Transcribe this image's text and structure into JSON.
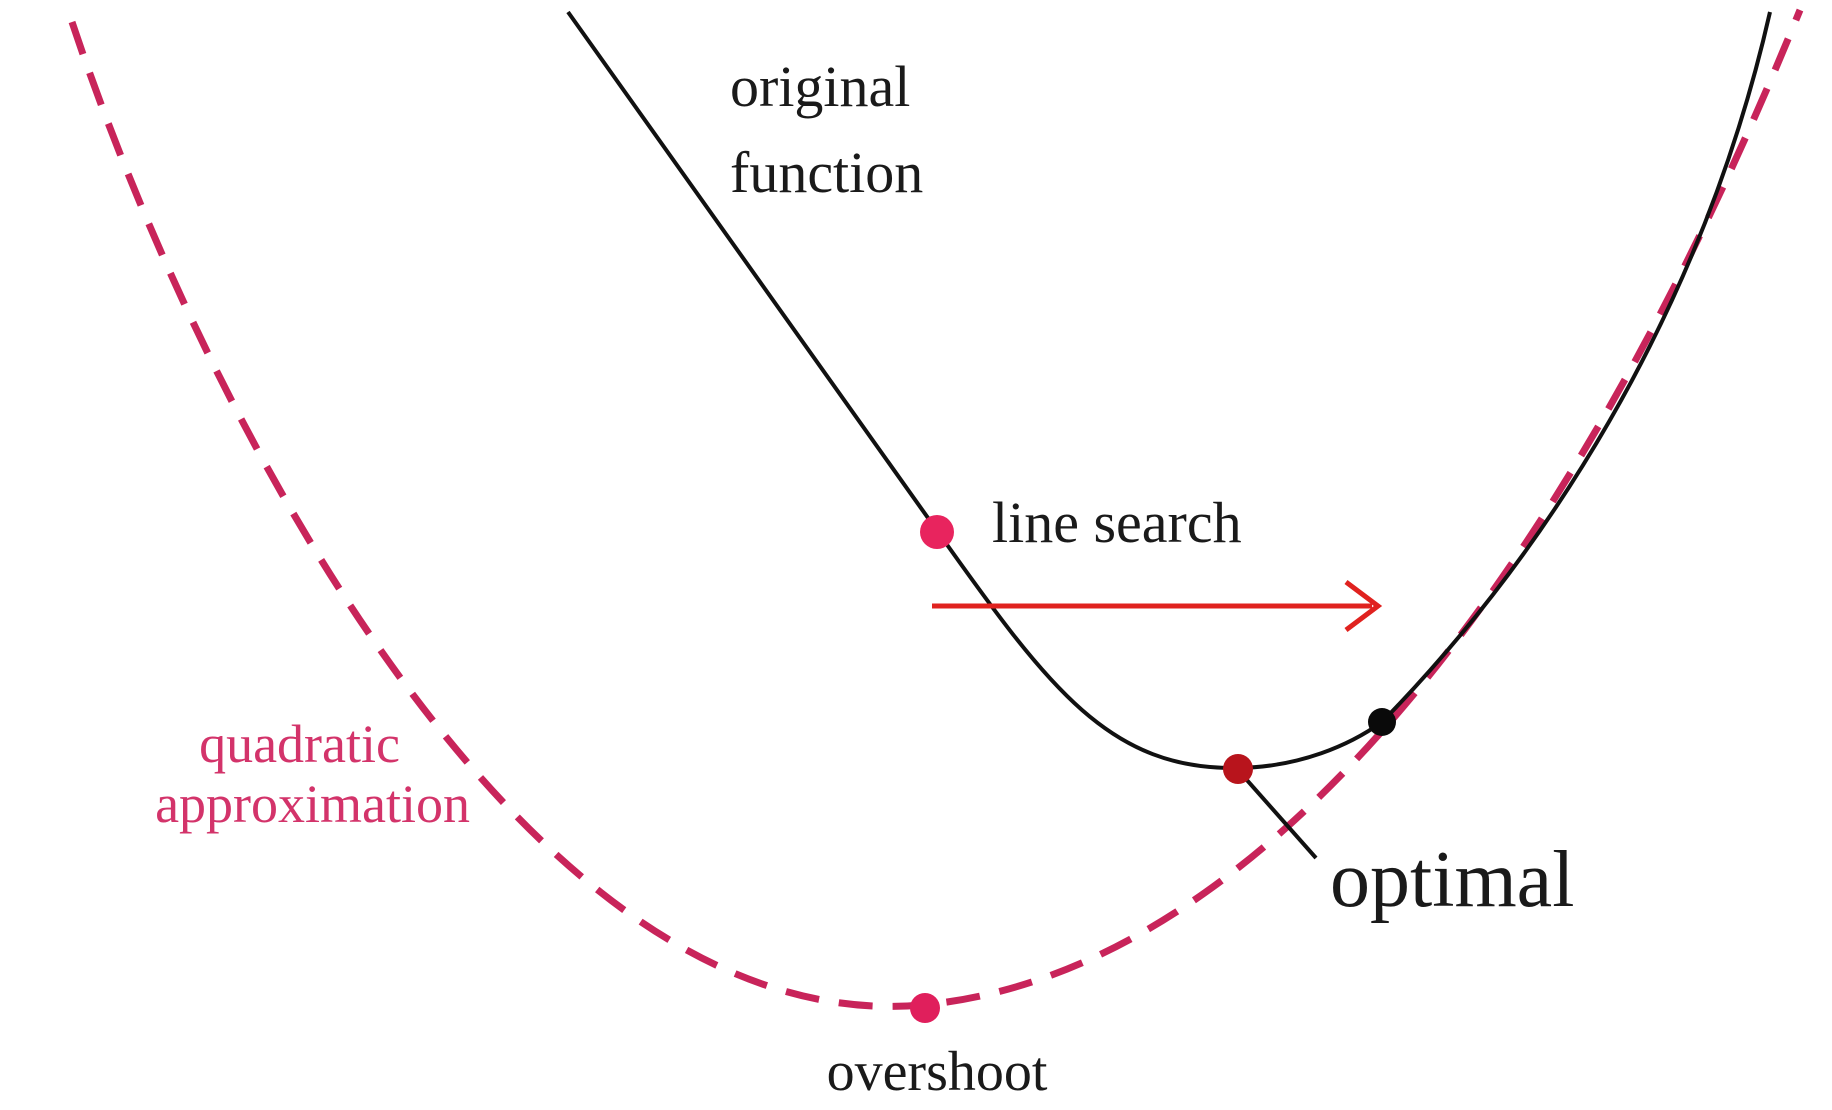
{
  "labels": {
    "original_function_line1": "original",
    "original_function_line2": "function",
    "line_search": "line search",
    "quadratic_line1": "quadratic",
    "quadratic_line2": "approximation",
    "optimal": "optimal",
    "overshoot": "overshoot"
  },
  "colors": {
    "background": "#ffffff",
    "original_curve": "#111111",
    "quadratic_curve": "#c8245a",
    "start_point": "#e8245e",
    "overshoot_point": "#e01f5c",
    "line_search_point": "#b8141c",
    "optimal_point": "#0a0a0a",
    "arrow": "#e0221f",
    "label_text": "#1a1a1a",
    "quadratic_label_text": "#d3336a"
  }
}
